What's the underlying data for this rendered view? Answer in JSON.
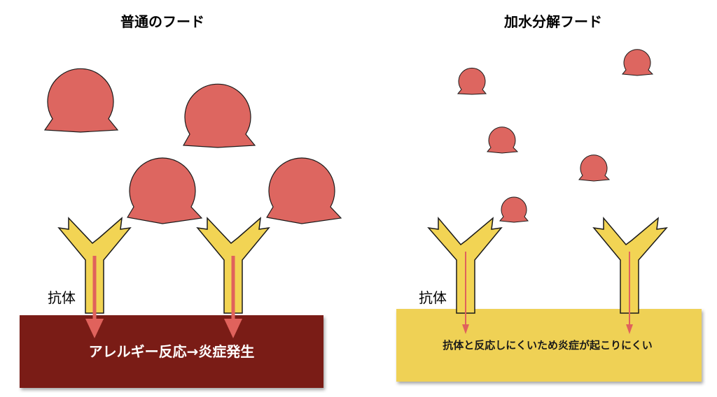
{
  "colors": {
    "allergen_fill": "#dd6660",
    "antibody_fill": "#f2d454",
    "left_base": "#7a1c12",
    "right_base": "#efd155",
    "arrow": "#e0625c",
    "outline": "#1a1a1a",
    "text_dark": "#1a1a1a",
    "text_light": "#ffffff"
  },
  "left_panel": {
    "title": "普通のフード",
    "antibody_label": "抗体",
    "base_text": "アレルギー反応→炎症発生"
  },
  "right_panel": {
    "title": "加水分解フード",
    "antibody_label": "抗体",
    "base_text": "抗体と反応しにくいため炎症が起こりにくい"
  }
}
